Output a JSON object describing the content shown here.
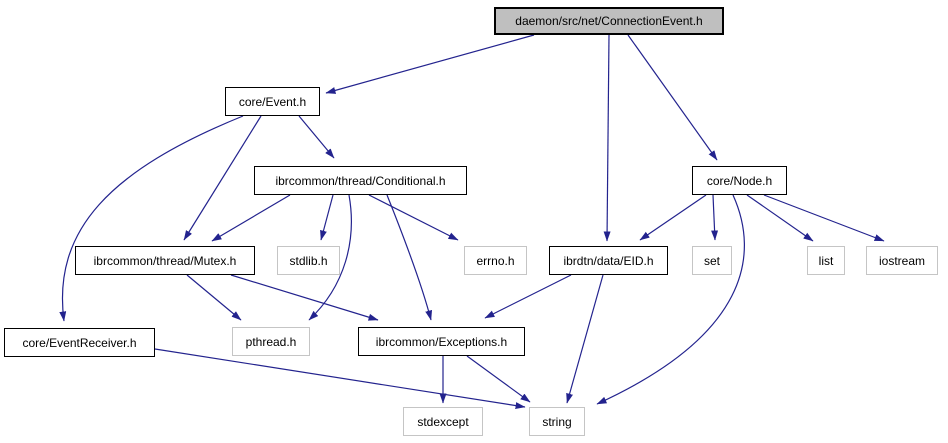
{
  "diagram": {
    "kind": "include-dependency-graph",
    "root_label": "daemon/src/net/ConnectionEvent.h"
  },
  "colors": {
    "edge": "#23238e",
    "main_node_fill": "#bfbfbf",
    "node_border": "#000000",
    "system_node_border": "#c5c5c5",
    "background": "#ffffff",
    "text": "#000000"
  },
  "nodes": [
    {
      "id": "connection-event",
      "label": "daemon/src/net/ConnectionEvent.h",
      "kind": "main"
    },
    {
      "id": "core-event",
      "label": "core/Event.h",
      "kind": "internal"
    },
    {
      "id": "conditional",
      "label": "ibrcommon/thread/Conditional.h",
      "kind": "internal"
    },
    {
      "id": "core-node",
      "label": "core/Node.h",
      "kind": "internal"
    },
    {
      "id": "mutex",
      "label": "ibrcommon/thread/Mutex.h",
      "kind": "internal"
    },
    {
      "id": "stdlib",
      "label": "stdlib.h",
      "kind": "system"
    },
    {
      "id": "errno",
      "label": "errno.h",
      "kind": "system"
    },
    {
      "id": "eid",
      "label": "ibrdtn/data/EID.h",
      "kind": "internal"
    },
    {
      "id": "set",
      "label": "set",
      "kind": "system"
    },
    {
      "id": "list",
      "label": "list",
      "kind": "system"
    },
    {
      "id": "iostream",
      "label": "iostream",
      "kind": "system"
    },
    {
      "id": "event-receiver",
      "label": "core/EventReceiver.h",
      "kind": "internal"
    },
    {
      "id": "pthread",
      "label": "pthread.h",
      "kind": "system"
    },
    {
      "id": "exceptions",
      "label": "ibrcommon/Exceptions.h",
      "kind": "internal"
    },
    {
      "id": "stdexcept",
      "label": "stdexcept",
      "kind": "system"
    },
    {
      "id": "string",
      "label": "string",
      "kind": "system"
    }
  ],
  "edges": [
    {
      "from": "connection-event",
      "to": "core-event"
    },
    {
      "from": "connection-event",
      "to": "eid"
    },
    {
      "from": "connection-event",
      "to": "core-node"
    },
    {
      "from": "core-event",
      "to": "conditional"
    },
    {
      "from": "core-event",
      "to": "mutex"
    },
    {
      "from": "core-event",
      "to": "event-receiver"
    },
    {
      "from": "conditional",
      "to": "mutex"
    },
    {
      "from": "conditional",
      "to": "stdlib"
    },
    {
      "from": "conditional",
      "to": "errno"
    },
    {
      "from": "conditional",
      "to": "pthread"
    },
    {
      "from": "conditional",
      "to": "exceptions"
    },
    {
      "from": "mutex",
      "to": "pthread"
    },
    {
      "from": "mutex",
      "to": "exceptions"
    },
    {
      "from": "core-node",
      "to": "eid"
    },
    {
      "from": "core-node",
      "to": "set"
    },
    {
      "from": "core-node",
      "to": "list"
    },
    {
      "from": "core-node",
      "to": "iostream"
    },
    {
      "from": "core-node",
      "to": "string"
    },
    {
      "from": "eid",
      "to": "exceptions"
    },
    {
      "from": "eid",
      "to": "string"
    },
    {
      "from": "event-receiver",
      "to": "string"
    },
    {
      "from": "exceptions",
      "to": "stdexcept"
    },
    {
      "from": "exceptions",
      "to": "string"
    }
  ]
}
